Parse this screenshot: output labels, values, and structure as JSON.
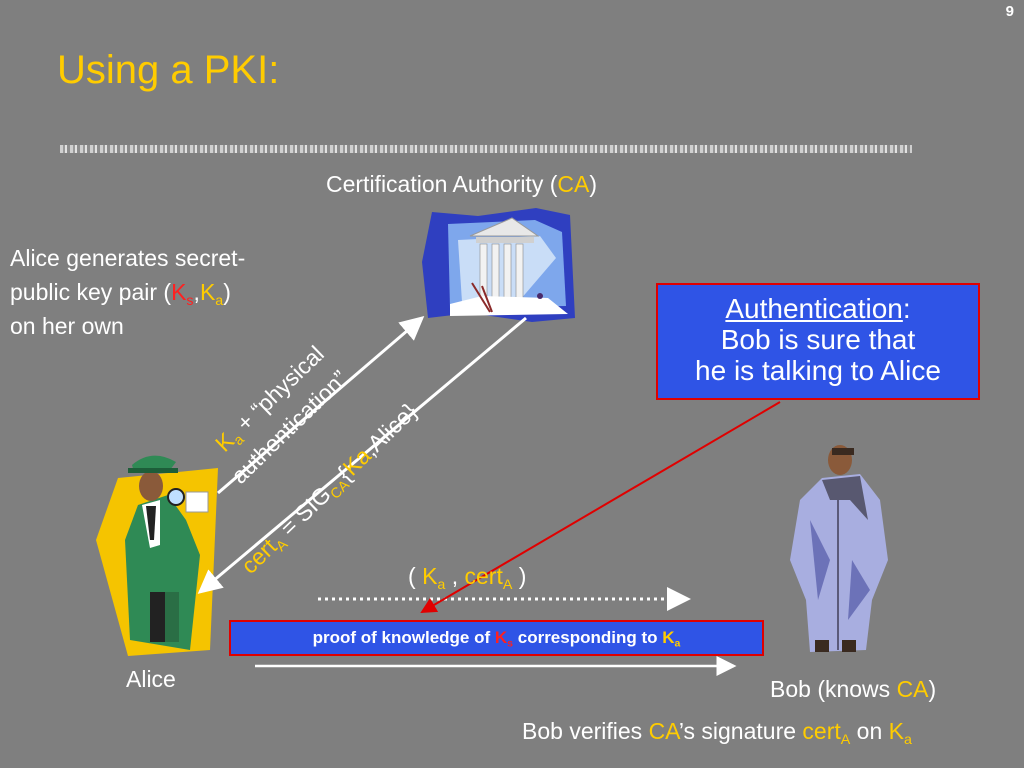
{
  "slide": {
    "number": "9",
    "title": "Using a PKI:"
  },
  "ca": {
    "label_prefix": "Certification Authority (",
    "label_ca": "CA",
    "label_suffix": ")"
  },
  "alice_note": {
    "line1": "Alice generates secret-",
    "line2_prefix": "public key pair (",
    "ks_k": "K",
    "ks_sub": "s",
    "comma": ",",
    "ka_k": "K",
    "ka_sub": "a",
    "line2_suffix": ")",
    "line3": "on her own"
  },
  "arrow1": {
    "k": "K",
    "k_sub": "a",
    "text1": " + “physical",
    "text2": "authentication”"
  },
  "arrow2": {
    "cert": "cert",
    "cert_sub": "A",
    "eq": " = SIG",
    "sig_sub": "CA",
    "brace_open": "{",
    "ka": "Ka",
    "rest": ",Alice}"
  },
  "auth_box": {
    "title": "Authentication",
    "colon": ":",
    "line2": "Bob is sure that",
    "line3": "he is talking to Alice"
  },
  "message": {
    "open": "( ",
    "k": "K",
    "k_sub": "a",
    "sep": " , ",
    "cert": "cert",
    "cert_sub": "A",
    "close": " )"
  },
  "proof_box": {
    "text1": "proof of knowledge of ",
    "ks": "K",
    "ks_sub": "s",
    "text2": " corresponding to ",
    "ka": "K",
    "ka_sub": "a"
  },
  "labels": {
    "alice": "Alice",
    "bob_prefix": "Bob (knows ",
    "bob_ca": "CA",
    "bob_suffix": ")"
  },
  "verify": {
    "text1": "Bob verifies ",
    "ca": "CA",
    "text2": "’s signature ",
    "cert": "cert",
    "cert_sub": "A",
    "text3": " on ",
    "k": "K",
    "k_sub": "a"
  },
  "colors": {
    "background": "#7f7f7f",
    "accent_yellow": "#ffcc00",
    "accent_red": "#ff2020",
    "box_blue": "#2f54e6"
  },
  "icons": {
    "ca": "bank-building-icon",
    "alice": "detective-woman-icon",
    "bob": "man-in-coat-icon"
  }
}
